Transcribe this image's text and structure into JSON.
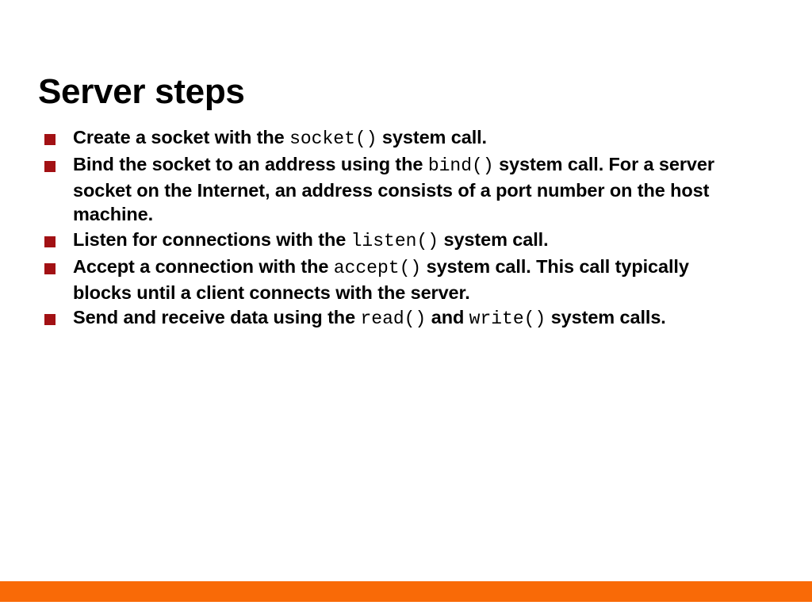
{
  "slide": {
    "title": "Server steps",
    "background_color": "#FFFFFF",
    "text_color": "#000000",
    "bullet_color": "#A21114",
    "accent_bar_color": "#F96A07",
    "bullets": [
      {
        "id": "create-socket",
        "segments": [
          {
            "type": "text",
            "value": "Create a socket with the "
          },
          {
            "type": "code",
            "value": "socket()"
          },
          {
            "type": "text",
            "value": " system call."
          }
        ],
        "plain": "Create a socket with the socket() system call."
      },
      {
        "id": "bind-socket",
        "segments": [
          {
            "type": "text",
            "value": "Bind the socket to an address using the "
          },
          {
            "type": "code",
            "value": "bind()"
          },
          {
            "type": "text",
            "value": " system call. For a server socket on the Internet, an address consists of a port number on the host machine."
          }
        ],
        "plain": "Bind the socket to an address using the bind() system call. For a server socket on the Internet, an address consists of a port number on the host machine."
      },
      {
        "id": "listen-connections",
        "segments": [
          {
            "type": "text",
            "value": "Listen for connections with the "
          },
          {
            "type": "code",
            "value": "listen()"
          },
          {
            "type": "text",
            "value": " system call."
          }
        ],
        "plain": "Listen for connections with the listen() system call."
      },
      {
        "id": "accept-connection",
        "segments": [
          {
            "type": "text",
            "value": "Accept a connection with the "
          },
          {
            "type": "code",
            "value": "accept()"
          },
          {
            "type": "text",
            "value": " system call. This call typically blocks until a client connects with the server."
          }
        ],
        "plain": "Accept a connection with the accept() system call. This call typically blocks until a client connects with the server."
      },
      {
        "id": "send-receive-data",
        "segments": [
          {
            "type": "text",
            "value": "Send and receive data using the "
          },
          {
            "type": "code",
            "value": "read()"
          },
          {
            "type": "text",
            "value": " and "
          },
          {
            "type": "code",
            "value": "write()"
          },
          {
            "type": "text",
            "value": " system calls."
          }
        ],
        "plain": "Send and receive data using the read() and write() system calls."
      }
    ]
  }
}
